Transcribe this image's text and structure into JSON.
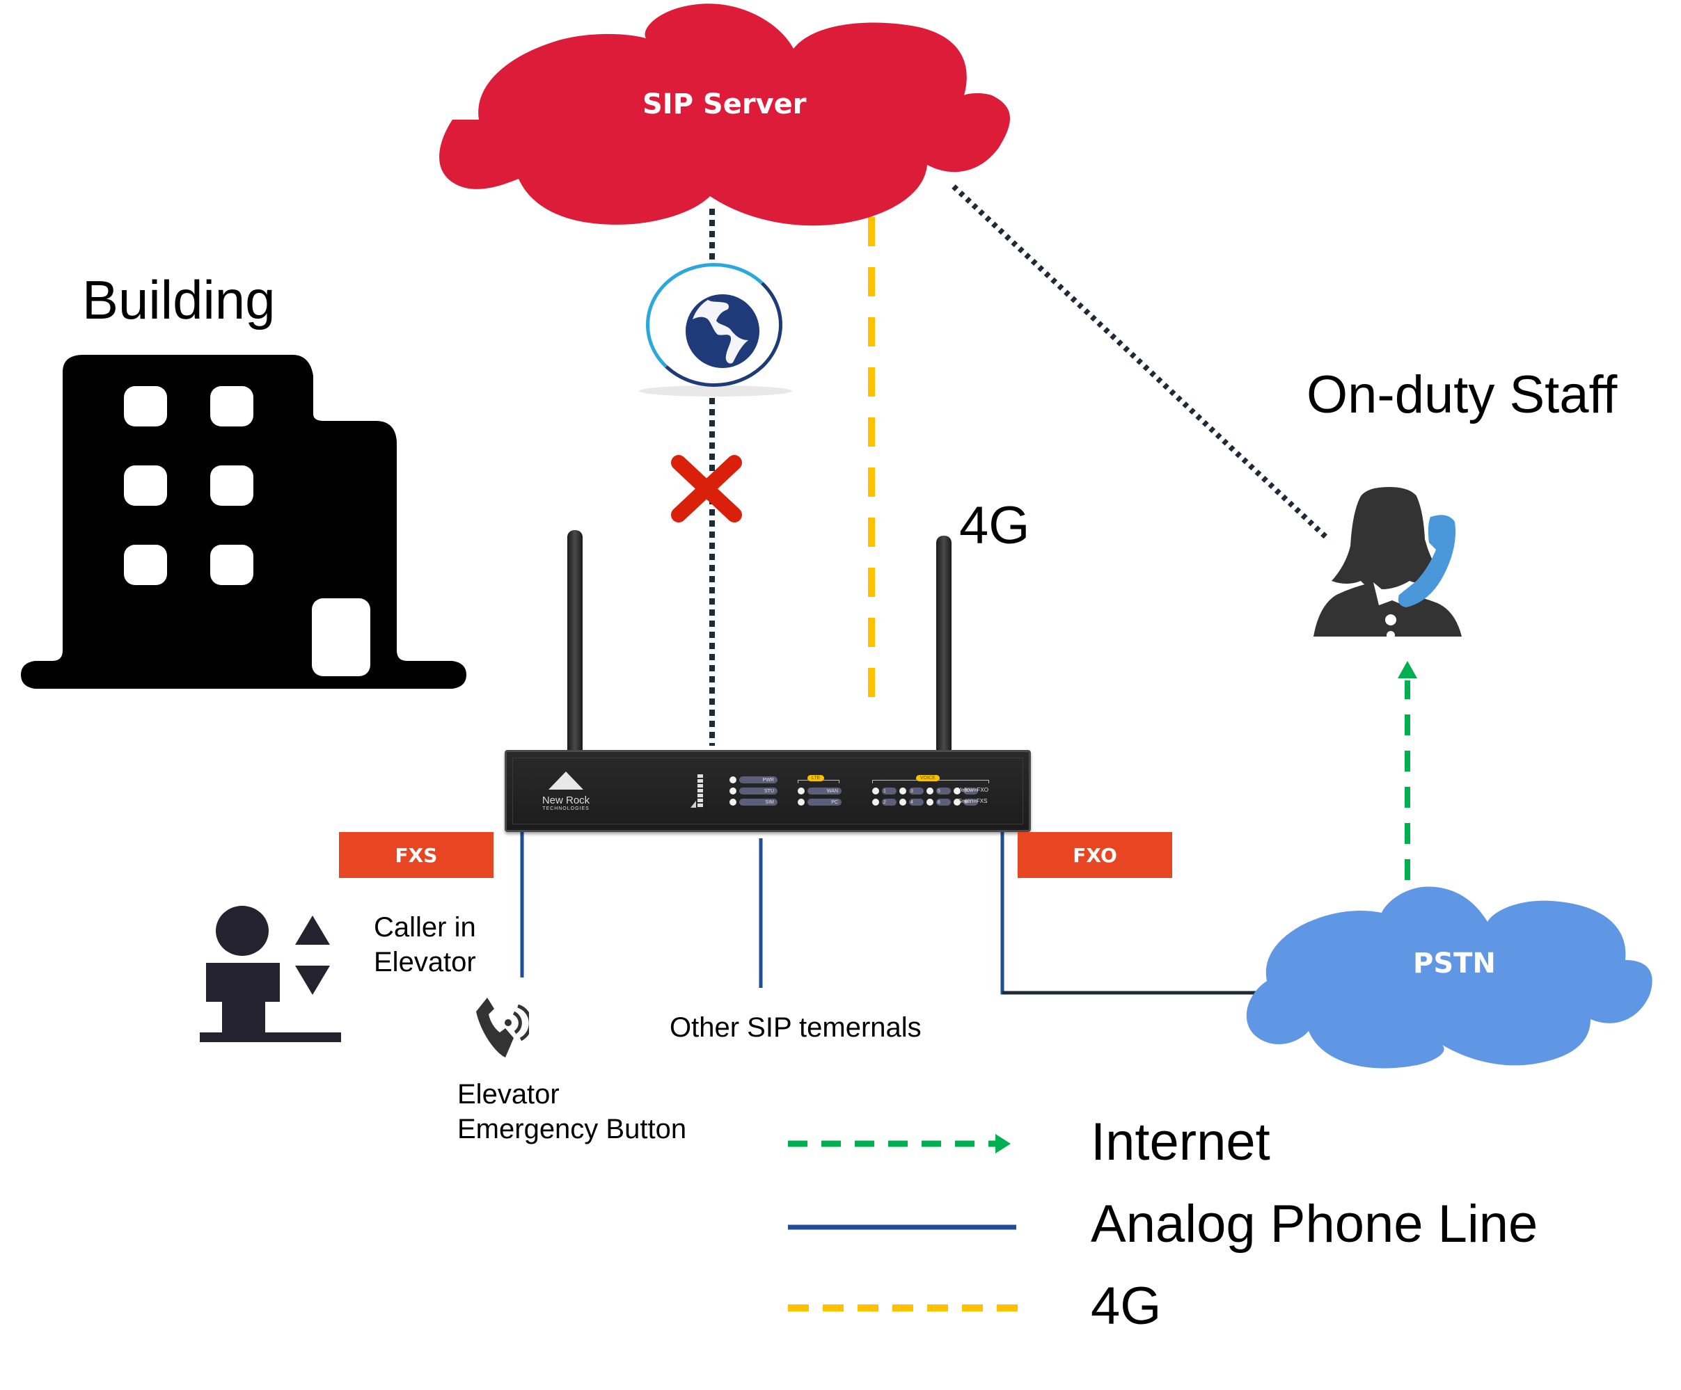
{
  "labels": {
    "building": "Building",
    "on_duty_staff": "On-duty Staff",
    "four_g": "4G",
    "caller_in_elevator": [
      "Caller in",
      "Elevator"
    ],
    "elevator_emergency_button": [
      "Elevator",
      "Emergency Button"
    ],
    "other_sip_terminals": "Other SIP temernals"
  },
  "clouds": {
    "sip_server": "SIP Server",
    "pstn": "PSTN"
  },
  "ports": {
    "fxs": "FXS",
    "fxo": "FXO"
  },
  "router": {
    "brand": "New Rock",
    "brand_sub": "TECHNOLOGIES",
    "status_leds": [
      "PWR",
      "STU",
      "SIM"
    ],
    "lte_group": "LTE",
    "lte_leds": [
      "WAN",
      "PC"
    ],
    "voice_group": "VOICE",
    "voice_row1": [
      "1",
      "3",
      "5",
      "7"
    ],
    "voice_row2": [
      "2",
      "4",
      "6",
      "8"
    ],
    "voice_row1_note": "Yellow=FXO",
    "voice_row2_note": "Green=FXS"
  },
  "legend": [
    {
      "label": "Internet",
      "style": "dashed-arrow",
      "color": "#00b050"
    },
    {
      "label": "Analog Phone Line",
      "style": "solid",
      "color": "#1f4e96"
    },
    {
      "label": "4G",
      "style": "dashed",
      "color": "#ffc000"
    }
  ],
  "colors": {
    "sip_cloud": "#dd1c3a",
    "pstn_cloud": "#6097e4",
    "port_tag": "#e84522",
    "analog_line": "#1f4e96",
    "internet": "#00b050",
    "four_g": "#ffc000",
    "dotted_link": "#1e2a36",
    "blocked_x": "#d8200a",
    "globe": "#1e3a78",
    "phone_handset": "#4a98da",
    "icon_dark": "#333333"
  },
  "status": {
    "internet_link": "blocked"
  }
}
